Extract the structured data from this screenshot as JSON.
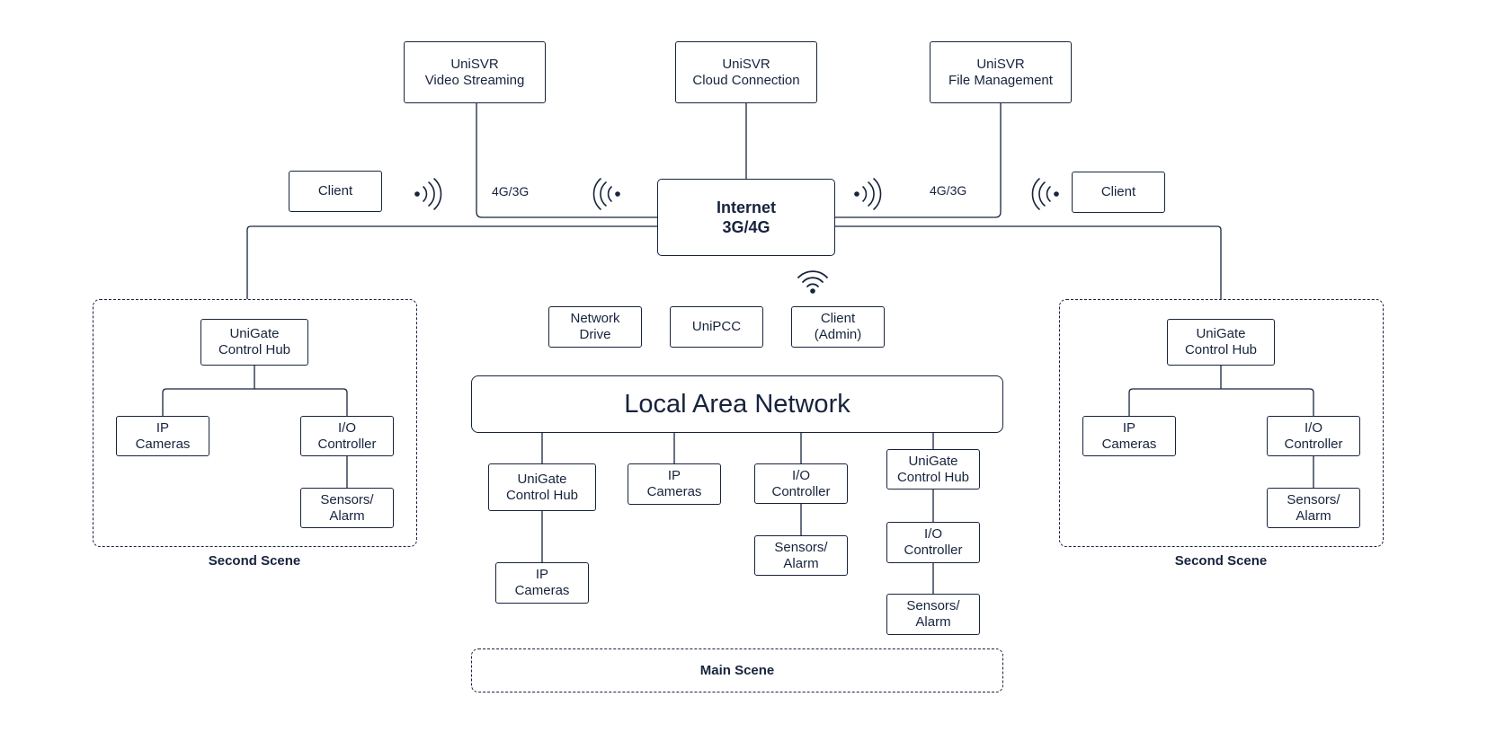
{
  "diagram": {
    "top_services": [
      {
        "id": "video",
        "label": "UniSVR\nVideo Streaming"
      },
      {
        "id": "cloud",
        "label": "UniSVR\nCloud Connection"
      },
      {
        "id": "file",
        "label": "UniSVR\nFile Management"
      }
    ],
    "internet": {
      "label": "Internet\n3G/4G"
    },
    "clients": {
      "left": "Client",
      "right": "Client"
    },
    "link_labels": {
      "left": "4G/3G",
      "right": "4G/3G"
    },
    "main_scene": {
      "label": "Main Scene",
      "top_devices": [
        {
          "id": "network_drive",
          "label": "Network\nDrive"
        },
        {
          "id": "unipcc",
          "label": "UniPCC"
        },
        {
          "id": "client_admin",
          "label": "Client\n(Admin)"
        }
      ],
      "lan": {
        "label": "Local Area Network"
      },
      "branches": [
        {
          "id": "hub",
          "label": "UniGate\nControl Hub"
        },
        {
          "id": "hub_cams",
          "label": "IP\nCameras"
        },
        {
          "id": "cams",
          "label": "IP\nCameras"
        },
        {
          "id": "io",
          "label": "I/O\nController"
        },
        {
          "id": "io_sensors",
          "label": "Sensors/\nAlarm"
        },
        {
          "id": "hub2",
          "label": "UniGate\nControl Hub"
        },
        {
          "id": "hub2_io",
          "label": "I/O\nController"
        },
        {
          "id": "hub2_sensors",
          "label": "Sensors/\nAlarm"
        }
      ]
    },
    "second_scenes": [
      {
        "label": "Second Scene",
        "hub": "UniGate\nControl Hub",
        "cameras": "IP\nCameras",
        "io": "I/O\nController",
        "sensors": "Sensors/\nAlarm"
      },
      {
        "label": "Second Scene",
        "hub": "UniGate\nControl Hub",
        "cameras": "IP\nCameras",
        "io": "I/O\nController",
        "sensors": "Sensors/\nAlarm"
      }
    ],
    "icons": [
      "wireless-signal-right-icon",
      "wireless-signal-left-icon",
      "wifi-icon"
    ],
    "colors": {
      "line": "#17233d",
      "background": "#ffffff"
    }
  }
}
